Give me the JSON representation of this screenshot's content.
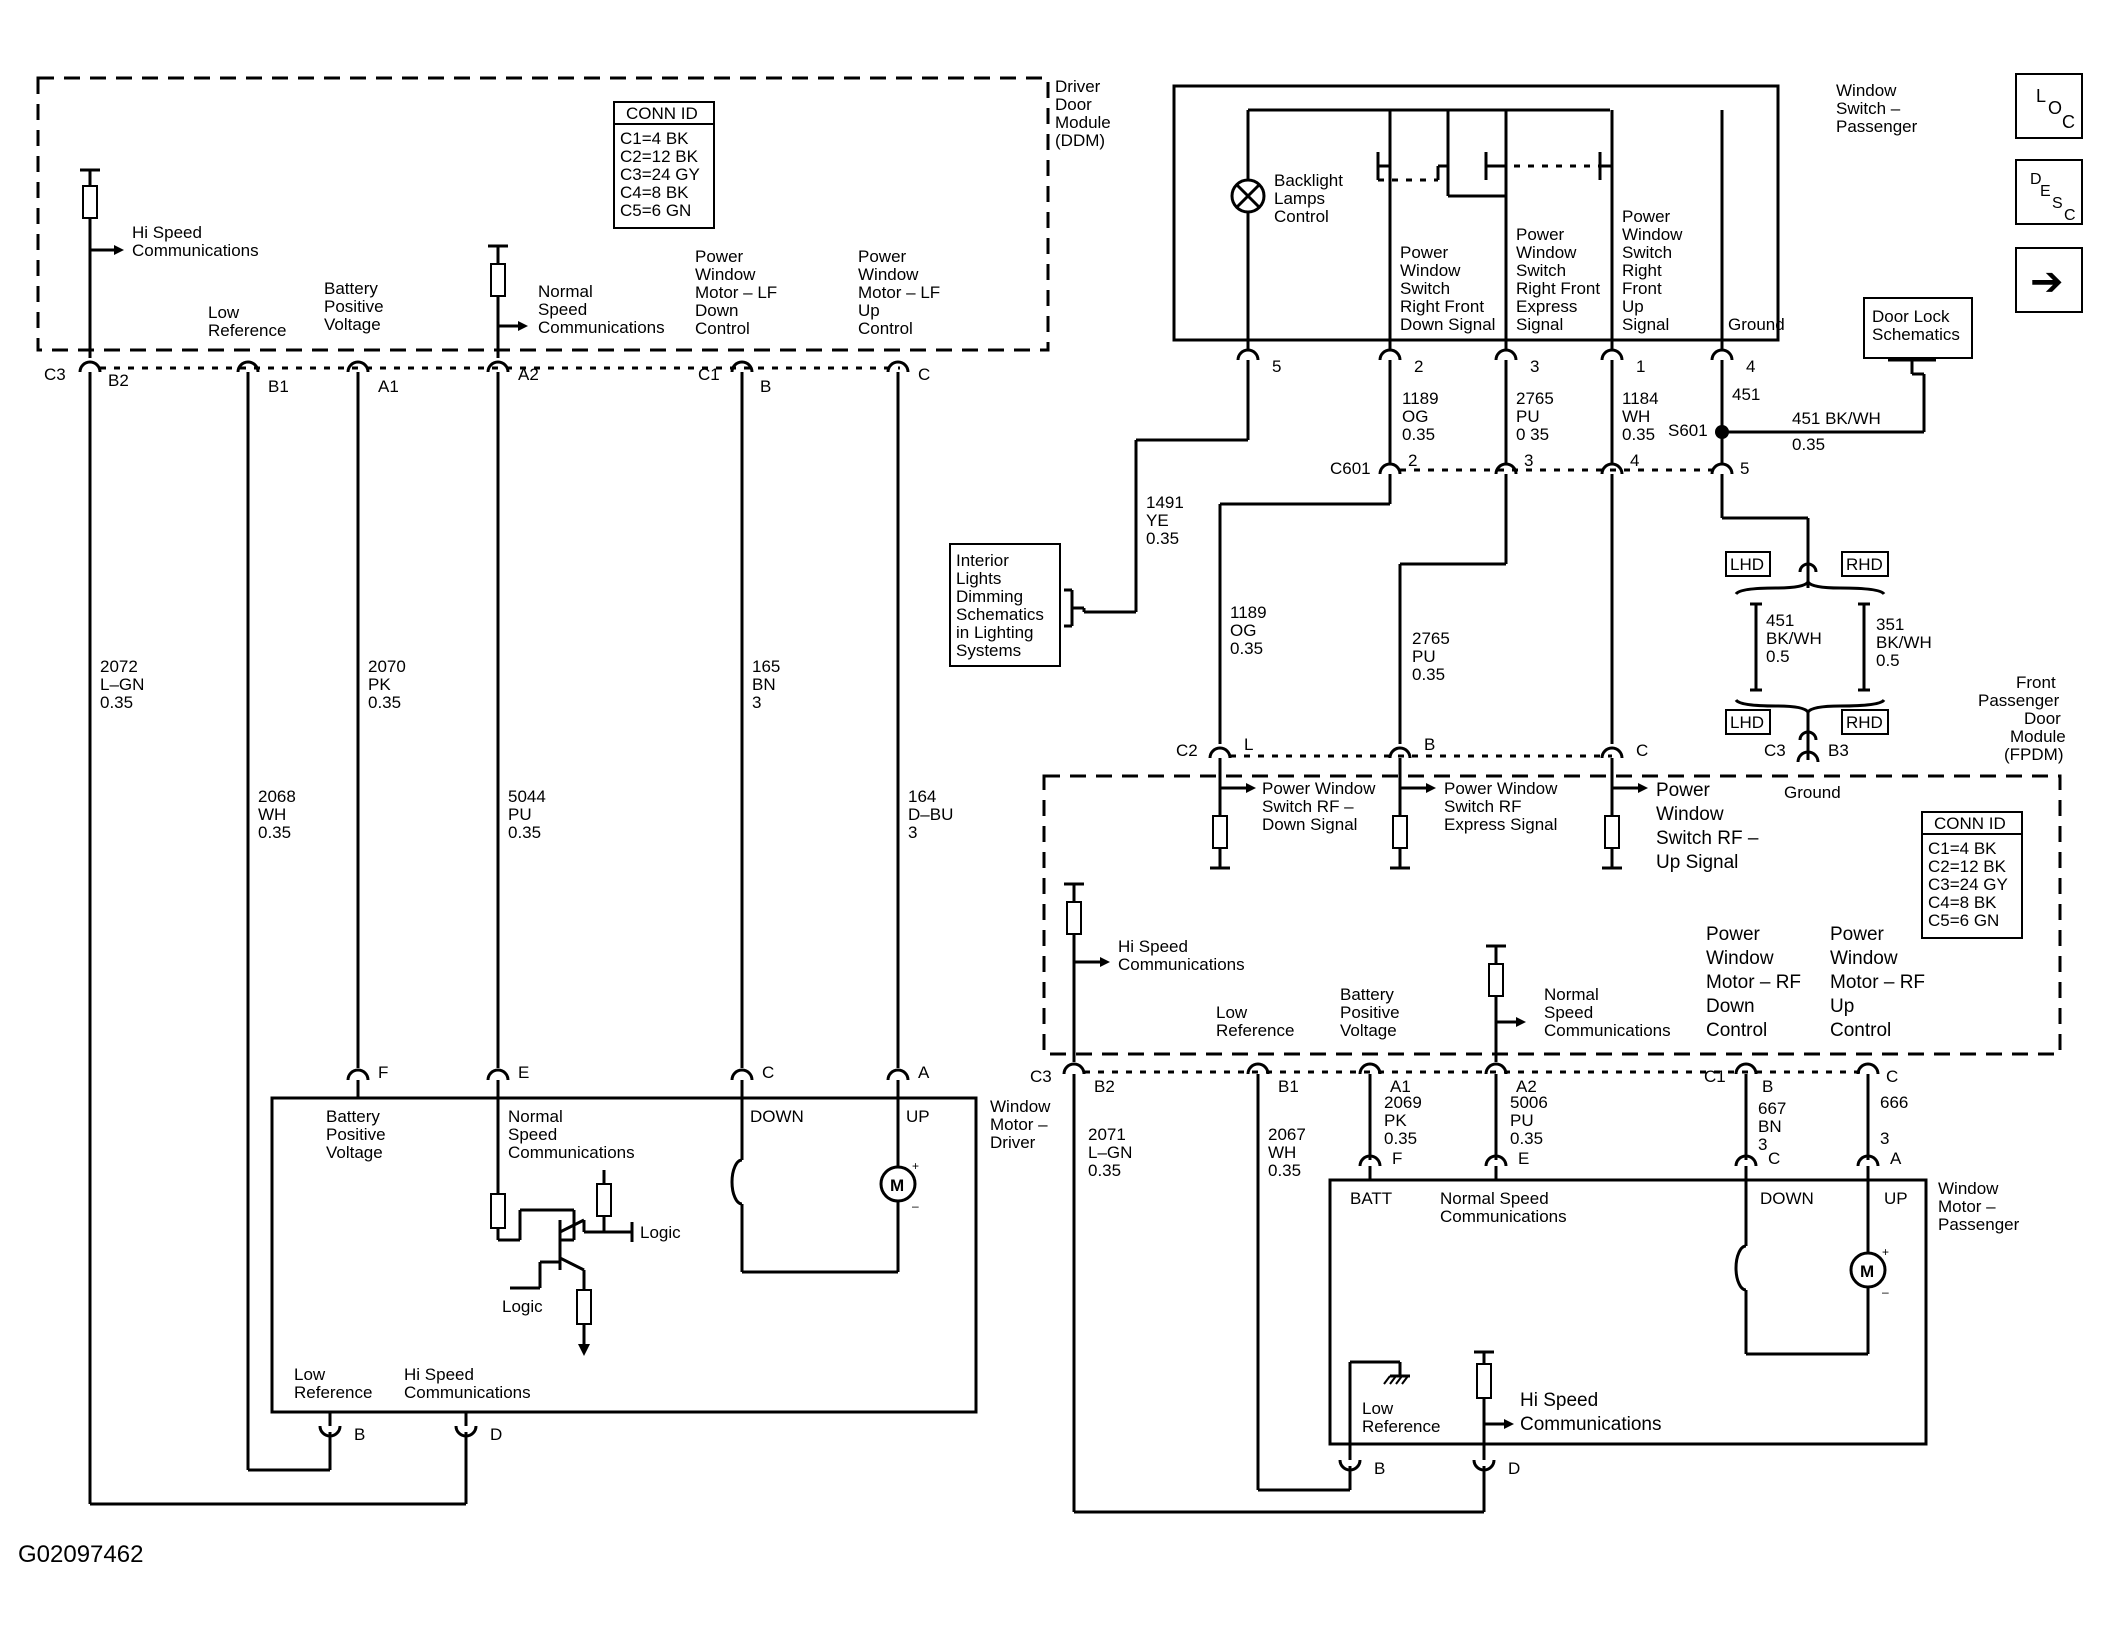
{
  "figure_id": "G02097462",
  "conn_id": {
    "title": "CONN ID",
    "rows": [
      "C1=4 BK",
      "C2=12 BK",
      "C3=24 GY",
      "C4=8 BK",
      "C5=6 GN"
    ]
  },
  "nav": {
    "loc": "LOC",
    "desc": "DESC",
    "next": "➔"
  },
  "ddm": {
    "title": [
      "Driver",
      "Door",
      "Module",
      "(DDM)"
    ],
    "hi_speed": [
      "Hi Speed",
      "Communications"
    ],
    "low_ref": [
      "Low",
      "Reference"
    ],
    "batt": [
      "Battery",
      "Positive",
      "Voltage"
    ],
    "normal_speed": [
      "Normal",
      "Speed",
      "Communications"
    ],
    "down_ctrl": [
      "Power",
      "Window",
      "Motor – LF",
      "Down",
      "Control"
    ],
    "up_ctrl": [
      "Power",
      "Window",
      "Motor – LF",
      "Up",
      "Control"
    ],
    "pins": {
      "c3": "C3",
      "b2": "B2",
      "b1": "B1",
      "a1": "A1",
      "a2": "A2",
      "c1": "C1",
      "b": "B",
      "c": "C"
    }
  },
  "driver_wires": {
    "w2072": [
      "2072",
      "L–GN",
      "0.35"
    ],
    "w2068": [
      "2068",
      "WH",
      "0.35"
    ],
    "w2070": [
      "2070",
      "PK",
      "0.35"
    ],
    "w5044": [
      "5044",
      "PU",
      "0.35"
    ],
    "w165": [
      "165",
      "BN",
      "3"
    ],
    "w164": [
      "164",
      "D–BU",
      "3"
    ]
  },
  "motor_driver": {
    "title": [
      "Window",
      "Motor –",
      "Driver"
    ],
    "batt": [
      "Battery",
      "Positive",
      "Voltage"
    ],
    "normal_speed": [
      "Normal",
      "Speed",
      "Communications"
    ],
    "down": "DOWN",
    "up": "UP",
    "logic": "Logic",
    "low_ref": [
      "Low",
      "Reference"
    ],
    "hi_speed": [
      "Hi Speed",
      "Communications"
    ],
    "pins": {
      "f": "F",
      "e": "E",
      "c": "C",
      "a": "A",
      "b": "B",
      "d": "D"
    }
  },
  "switch_pass": {
    "title": [
      "Window",
      "Switch –",
      "Passenger"
    ],
    "backlight": [
      "Backlight",
      "Lamps",
      "Control"
    ],
    "down_sig": [
      "Power",
      "Window",
      "Switch",
      "Right Front",
      "Down Signal"
    ],
    "express_sig": [
      "Power",
      "Window",
      "Switch",
      "Right Front",
      "Express",
      "Signal"
    ],
    "up_sig": [
      "Power",
      "Window",
      "Switch",
      "Right",
      "Front",
      "Up",
      "Signal"
    ],
    "ground": "Ground",
    "pins": {
      "p5": "5",
      "p2": "2",
      "p3": "3",
      "p1": "1",
      "p4": "4"
    }
  },
  "pass_wires": {
    "w1189a": [
      "1189",
      "OG",
      "0.35"
    ],
    "w2765a": [
      "2765",
      "PU",
      "0 35"
    ],
    "w1184": [
      "1184",
      "WH",
      "0.35"
    ],
    "w451": "451",
    "s601": "S601",
    "w451bk": [
      "451 BK/WH",
      "0.35"
    ],
    "w1491": [
      "1491",
      "YE",
      "0.35"
    ],
    "w1189b": [
      "1189",
      "OG",
      "0.35"
    ],
    "w2765b": [
      "2765",
      "PU",
      "0.35"
    ],
    "w451b": [
      "451",
      "BK/WH",
      "0.5"
    ],
    "w351": [
      "351",
      "BK/WH",
      "0.5"
    ]
  },
  "door_lock": [
    "Door Lock",
    "Schematics"
  ],
  "interior": [
    "Interior",
    "Lights",
    "Dimming",
    "Schematics",
    "in Lighting",
    "Systems"
  ],
  "c601": {
    "label": "C601",
    "p2": "2",
    "p3": "3",
    "p4": "4",
    "p5": "5"
  },
  "lhd": "LHD",
  "rhd": "RHD",
  "fpdm": {
    "title": [
      "Front",
      "Passenger",
      "Door",
      "Module",
      "(FPDM)"
    ],
    "c2": "C2",
    "l": "L",
    "b": "B",
    "c": "C",
    "c3top": "C3",
    "b3": "B3",
    "ground": "Ground",
    "down_sig": [
      "Power Window",
      "Switch RF –",
      "Down Signal"
    ],
    "express_sig": [
      "Power Window",
      "Switch RF",
      "Express Signal"
    ],
    "up_sig": [
      "Power",
      "Window",
      "Switch RF –",
      "Up Signal"
    ],
    "hi_speed": [
      "Hi Speed",
      "Communications"
    ],
    "low_ref": [
      "Low",
      "Reference"
    ],
    "batt": [
      "Battery",
      "Positive",
      "Voltage"
    ],
    "normal_speed": [
      "Normal",
      "Speed",
      "Communications"
    ],
    "down_ctrl": [
      "Power",
      "Window",
      "Motor – RF",
      "Down",
      "Control"
    ],
    "up_ctrl": [
      "Power",
      "Window",
      "Motor – RF",
      "Up",
      "Control"
    ],
    "pins": {
      "c3": "C3",
      "b2": "B2",
      "b1": "B1",
      "a1": "A1",
      "a2": "A2",
      "c1": "C1",
      "b": "B",
      "c": "C"
    }
  },
  "rf_wires": {
    "w2071": [
      "2071",
      "L–GN",
      "0.35"
    ],
    "w2067": [
      "2067",
      "WH",
      "0.35"
    ],
    "w2069": [
      "2069",
      "PK",
      "0.35"
    ],
    "w5006": [
      "5006",
      "PU",
      "0.35"
    ],
    "w667": [
      "667",
      "BN",
      "3"
    ],
    "w666a": "666",
    "w666b": "3"
  },
  "motor_pass": {
    "title": [
      "Window",
      "Motor –",
      "Passenger"
    ],
    "batt": "BATT",
    "normal_speed": [
      "Normal Speed",
      "Communications"
    ],
    "down": "DOWN",
    "up": "UP",
    "low_ref": [
      "Low",
      "Reference"
    ],
    "hi_speed": [
      "Hi Speed",
      "Communications"
    ],
    "pins": {
      "f": "F",
      "e": "E",
      "c": "C",
      "a": "A",
      "b": "B",
      "d": "D"
    }
  }
}
